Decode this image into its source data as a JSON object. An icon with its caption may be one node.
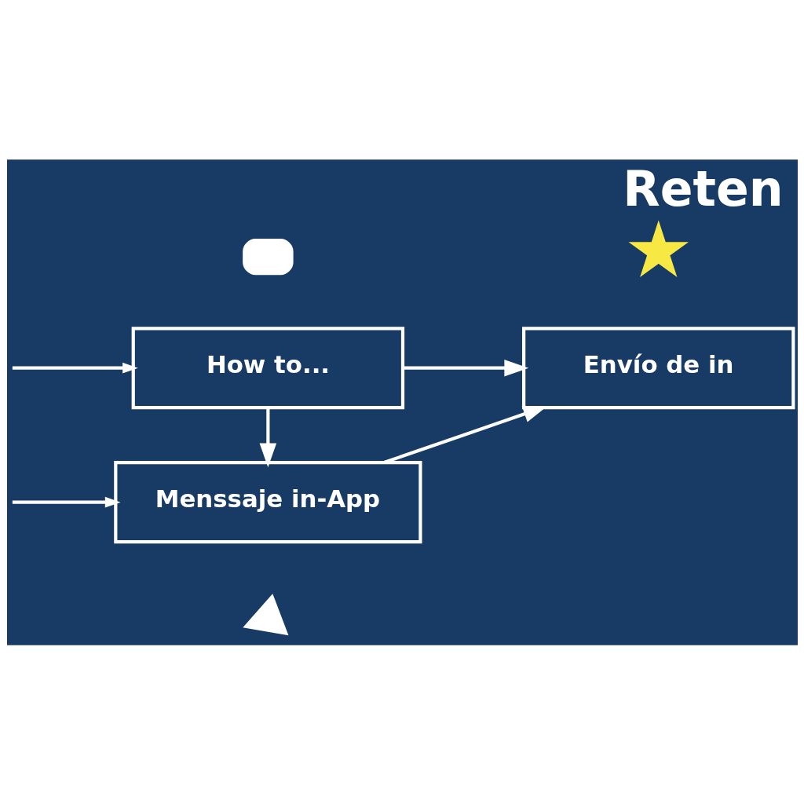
{
  "diagram": {
    "title": "Reten",
    "nodes": [
      {
        "text": [],
        "shape": "envelope"
      },
      {
        "text": [],
        "shape": "star"
      },
      {
        "text": [
          "How to..."
        ]
      },
      {
        "text": [
          "Envío de in"
        ]
      },
      {
        "text": [
          "Menssaje in-App"
        ]
      },
      {
        "text": [],
        "shape": "plane"
      }
    ],
    "edges": [
      {
        "from": null,
        "to": 2,
        "arrow": "to"
      },
      {
        "from": 2,
        "to": 3,
        "arrow": "to"
      },
      {
        "from": 2,
        "to": 4,
        "arrow": "to"
      },
      {
        "from": null,
        "to": 4,
        "arrow": "to"
      },
      {
        "from": 4,
        "to": 3,
        "arrow": "to"
      }
    ]
  }
}
